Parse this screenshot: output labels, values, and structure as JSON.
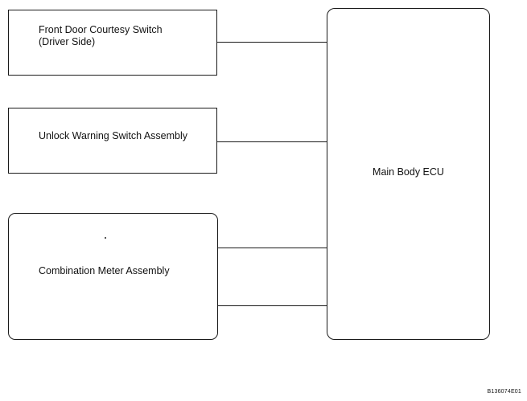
{
  "diagram": {
    "boxes": {
      "door_switch": {
        "label_line1": "Front Door Courtesy Switch",
        "label_line2": "(Driver Side)"
      },
      "unlock_switch": {
        "label": "Unlock Warning Switch Assembly"
      },
      "meter": {
        "label": "Combination Meter Assembly"
      },
      "ecu": {
        "label": "Main Body ECU"
      }
    },
    "connections": [
      {
        "from": "Front Door Courtesy Switch (Driver Side)",
        "to": "Main Body ECU"
      },
      {
        "from": "Unlock Warning Switch Assembly",
        "to": "Main Body ECU"
      },
      {
        "from": "Combination Meter Assembly",
        "to": "Main Body ECU"
      },
      {
        "from": "Combination Meter Assembly",
        "to": "Main Body ECU"
      }
    ],
    "figure_id": "B136074E01"
  }
}
